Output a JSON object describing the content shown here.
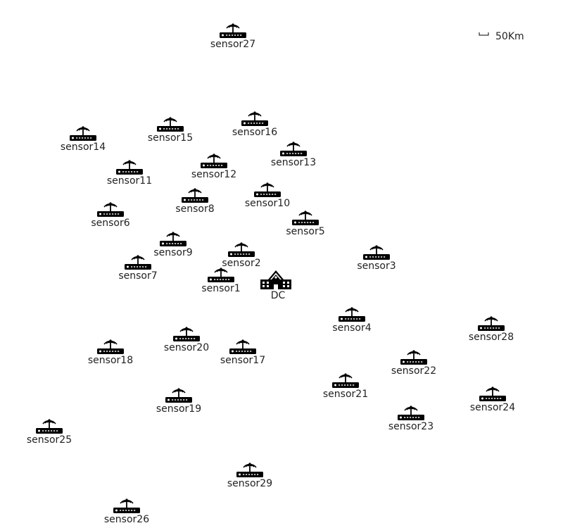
{
  "scale": {
    "label": "50Km"
  },
  "dc": {
    "label": "DC"
  },
  "sensors": [
    {
      "id": "sensor1",
      "label": "sensor1"
    },
    {
      "id": "sensor2",
      "label": "sensor2"
    },
    {
      "id": "sensor3",
      "label": "sensor3"
    },
    {
      "id": "sensor4",
      "label": "sensor4"
    },
    {
      "id": "sensor5",
      "label": "sensor5"
    },
    {
      "id": "sensor6",
      "label": "sensor6"
    },
    {
      "id": "sensor7",
      "label": "sensor7"
    },
    {
      "id": "sensor8",
      "label": "sensor8"
    },
    {
      "id": "sensor9",
      "label": "sensor9"
    },
    {
      "id": "sensor10",
      "label": "sensor10"
    },
    {
      "id": "sensor11",
      "label": "sensor11"
    },
    {
      "id": "sensor12",
      "label": "sensor12"
    },
    {
      "id": "sensor13",
      "label": "sensor13"
    },
    {
      "id": "sensor14",
      "label": "sensor14"
    },
    {
      "id": "sensor15",
      "label": "sensor15"
    },
    {
      "id": "sensor16",
      "label": "sensor16"
    },
    {
      "id": "sensor17",
      "label": "sensor17"
    },
    {
      "id": "sensor18",
      "label": "sensor18"
    },
    {
      "id": "sensor19",
      "label": "sensor19"
    },
    {
      "id": "sensor20",
      "label": "sensor20"
    },
    {
      "id": "sensor21",
      "label": "sensor21"
    },
    {
      "id": "sensor22",
      "label": "sensor22"
    },
    {
      "id": "sensor23",
      "label": "sensor23"
    },
    {
      "id": "sensor24",
      "label": "sensor24"
    },
    {
      "id": "sensor25",
      "label": "sensor25"
    },
    {
      "id": "sensor26",
      "label": "sensor26"
    },
    {
      "id": "sensor27",
      "label": "sensor27"
    },
    {
      "id": "sensor28",
      "label": "sensor28"
    },
    {
      "id": "sensor29",
      "label": "sensor29"
    }
  ]
}
